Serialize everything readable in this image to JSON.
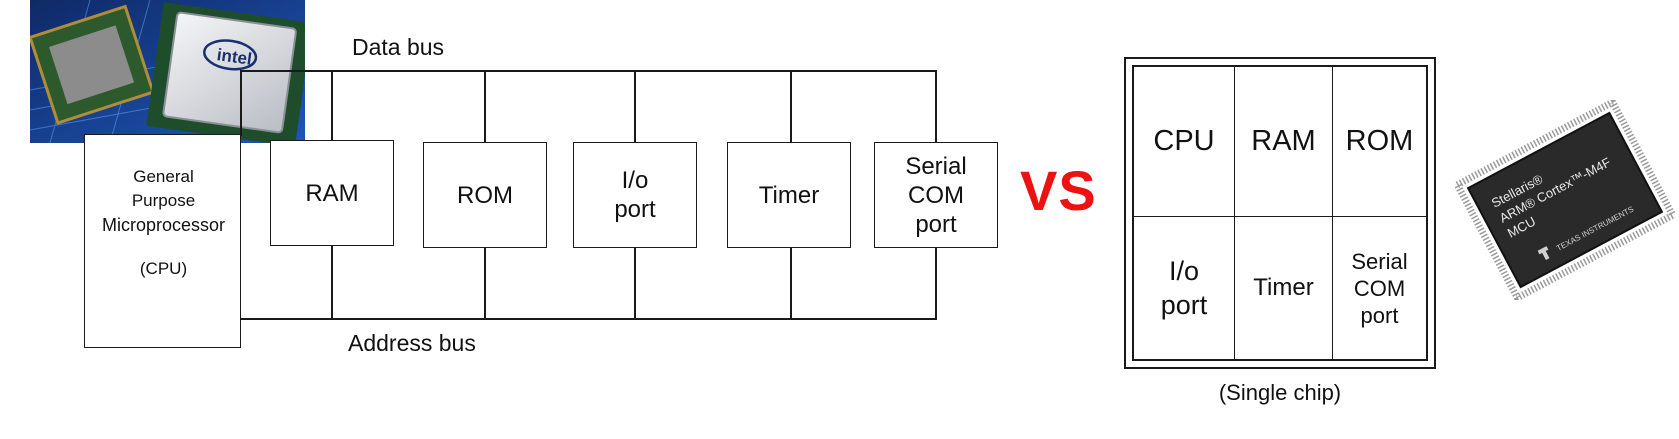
{
  "diagram": {
    "data_bus_label": "Data bus",
    "address_bus_label": "Address bus",
    "cpu_block": {
      "line1": "General",
      "line2": "Purpose",
      "line3": "Microprocessor",
      "line4": "(CPU)"
    },
    "peripherals": [
      {
        "label": "RAM"
      },
      {
        "label": "ROM"
      },
      {
        "label": "I/o\nport"
      },
      {
        "label": "Timer"
      },
      {
        "label": "Serial\nCOM\nport"
      }
    ]
  },
  "comparison_label": "VS",
  "single_chip": {
    "cells": [
      {
        "label": "CPU"
      },
      {
        "label": "RAM"
      },
      {
        "label": "ROM"
      },
      {
        "label": "I/o\nport"
      },
      {
        "label": "Timer"
      },
      {
        "label": "Serial\nCOM\nport"
      }
    ],
    "caption": "(Single chip)"
  },
  "photos": {
    "intel_logo_text": "intel",
    "mcu_text": {
      "line1": "Stellaris®",
      "line2": "ARM® Cortex™-M4F",
      "line3": "MCU",
      "maker": "TEXAS INSTRUMENTS"
    }
  },
  "colors": {
    "vs": "#ee1111",
    "line": "#1a1a1a",
    "intel_background": "#1c3f8a"
  }
}
